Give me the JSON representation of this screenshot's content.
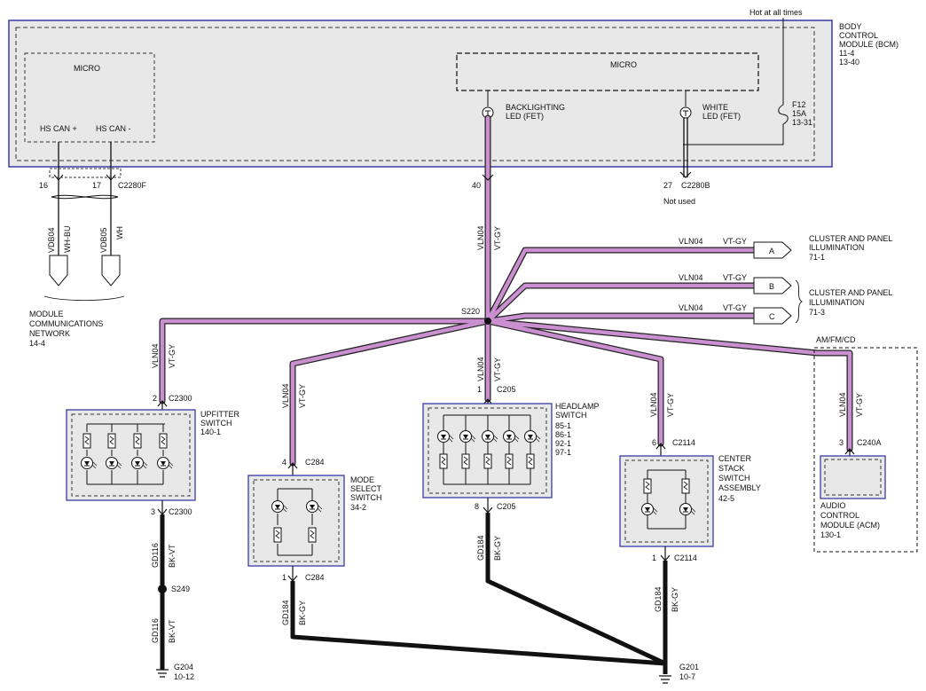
{
  "bcm": {
    "hot_label": "Hot at all times",
    "title_1": "BODY",
    "title_2": "CONTROL",
    "title_3": "MODULE (BCM)",
    "ref_1": "11-4",
    "ref_2": "13-40",
    "micro_left": "MICRO",
    "micro_right": "MICRO",
    "hs_can_plus": "HS CAN +",
    "hs_can_minus": "HS CAN -",
    "backlighting_1": "BACKLIGHTING",
    "backlighting_2": "LED (FET)",
    "white_1": "WHITE",
    "white_2": "LED (FET)",
    "fuse_1": "F12",
    "fuse_2": "15A",
    "fuse_3": "13-31"
  },
  "pins": {
    "p16": "16",
    "p17": "17",
    "c2280f": "C2280F",
    "p40": "40",
    "p27": "27",
    "c2280b": "C2280B",
    "not_used": "Not used"
  },
  "wires": {
    "vdb04": "VDB04",
    "wh_bu": "WH-BU",
    "vdb05": "VDB05",
    "wh": "WH",
    "vln04": "VLN04",
    "vt_gy": "VT-GY",
    "gd116": "GD116",
    "bk_vt": "BK-VT",
    "gd184": "GD184",
    "bk_gy": "BK-GY"
  },
  "network": {
    "l1": "MODULE",
    "l2": "COMMUNICATIONS",
    "l3": "NETWORK",
    "ref": "14-4"
  },
  "splice": {
    "s220": "S220",
    "s249": "S249"
  },
  "destinations": {
    "a_letter": "A",
    "b_letter": "B",
    "c_letter": "C",
    "cluster_a_1": "CLUSTER AND PANEL",
    "cluster_a_2": "ILLUMINATION",
    "cluster_a_3": "71-1",
    "cluster_bc_1": "CLUSTER AND PANEL",
    "cluster_bc_2": "ILLUMINATION",
    "cluster_bc_3": "71-3"
  },
  "upfitter": {
    "pin_top": "2",
    "conn_top": "C2300",
    "pin_bot": "3",
    "conn_bot": "C2300",
    "name_1": "UPFITTER",
    "name_2": "SWITCH",
    "ref": "140-1"
  },
  "mode": {
    "pin_top": "4",
    "conn_top": "C284",
    "pin_bot": "1",
    "conn_bot": "C284",
    "name_1": "MODE",
    "name_2": "SELECT",
    "name_3": "SWITCH",
    "ref": "34-2"
  },
  "headlamp": {
    "pin_top": "1",
    "conn_top": "C205",
    "pin_bot": "8",
    "conn_bot": "C205",
    "name_1": "HEADLAMP",
    "name_2": "SWITCH",
    "ref_1": "85-1",
    "ref_2": "86-1",
    "ref_3": "92-1",
    "ref_4": "97-1"
  },
  "center": {
    "pin_top": "6",
    "conn_top": "C2114",
    "pin_bot": "1",
    "conn_bot": "C2114",
    "name_1": "CENTER",
    "name_2": "STACK",
    "name_3": "SWITCH",
    "name_4": "ASSEMBLY",
    "ref": "42-5"
  },
  "acm": {
    "option": "AM/FM/CD",
    "pin_top": "3",
    "conn_top": "C240A",
    "name_1": "AUDIO",
    "name_2": "CONTROL",
    "name_3": "MODULE (ACM)",
    "ref": "130-1"
  },
  "grounds": {
    "g204": "G204",
    "g204_ref": "10-12",
    "g201": "G201",
    "g201_ref": "10-7"
  },
  "colors": {
    "violet_wire": "#c98fcf",
    "module_border": "#3a3aa8",
    "module_fill": "#e8e8e8"
  }
}
